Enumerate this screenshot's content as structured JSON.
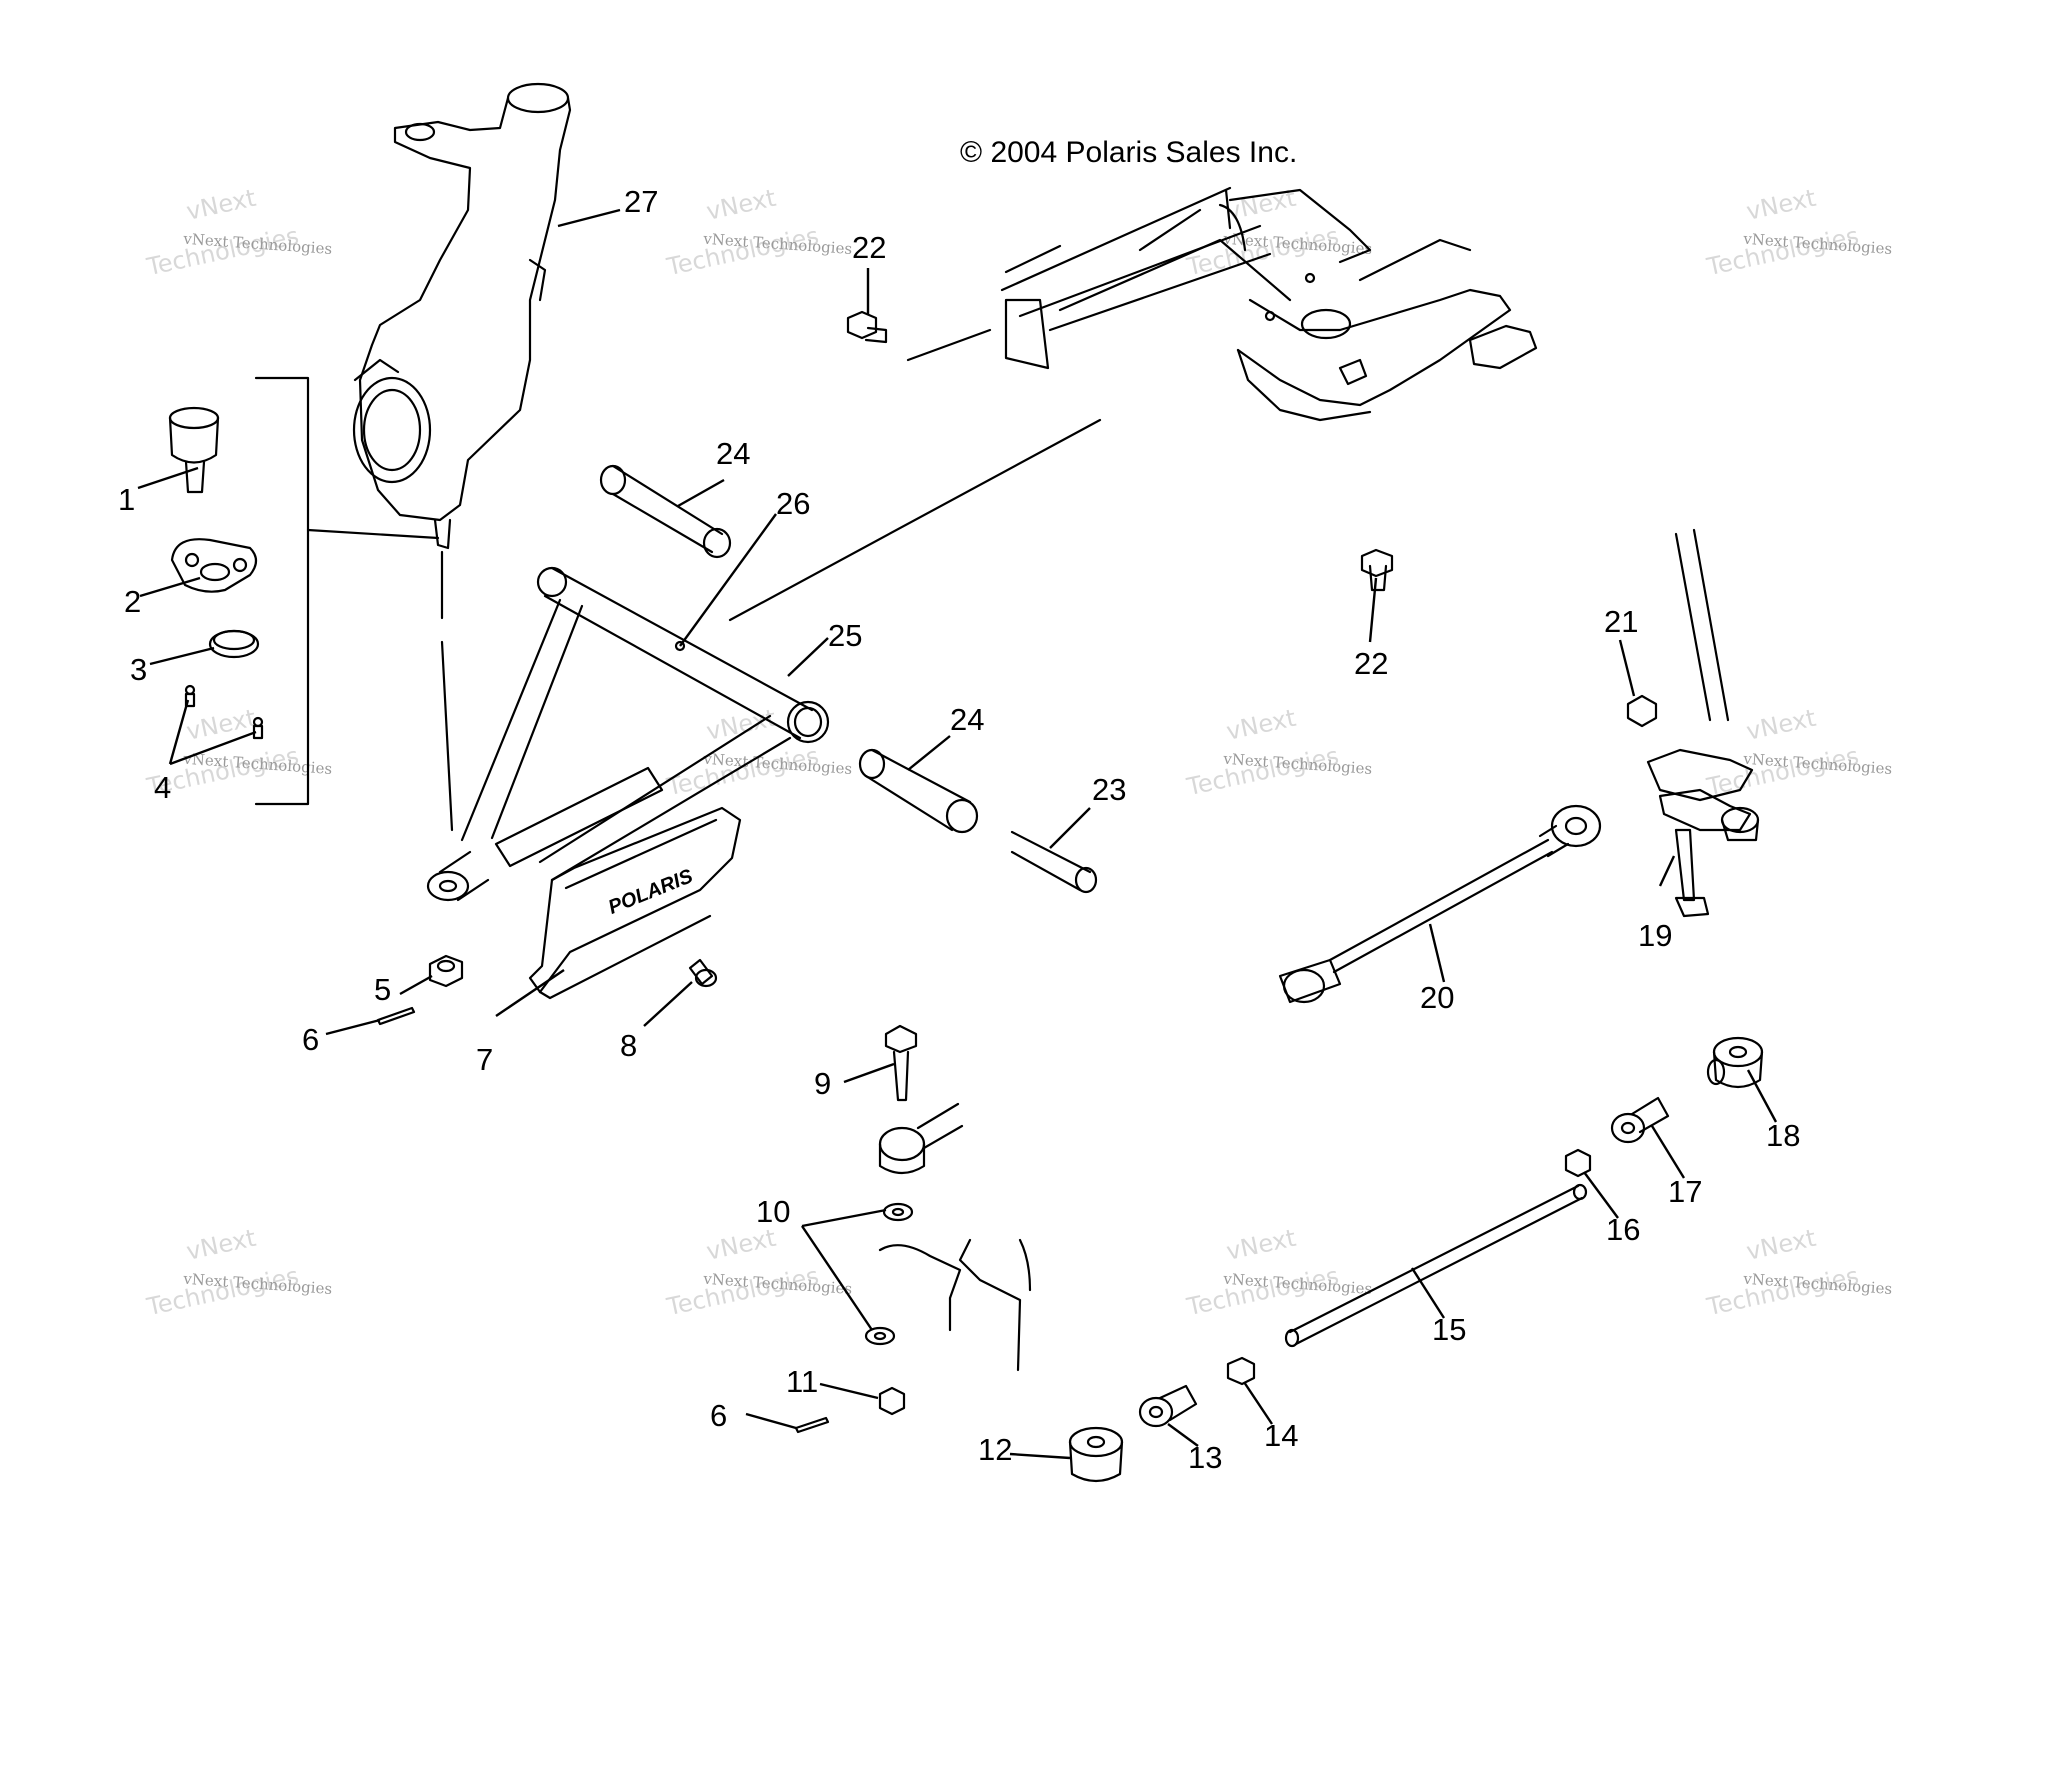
{
  "copyright": "© 2004 Polaris Sales Inc.",
  "watermark": {
    "line1": "vNext Technologies",
    "line2": "Technologies",
    "line3": "vNext"
  },
  "logo_text": "POLARIS",
  "callouts": [
    {
      "id": "1",
      "label": "1"
    },
    {
      "id": "2",
      "label": "2"
    },
    {
      "id": "3",
      "label": "3"
    },
    {
      "id": "4",
      "label": "4"
    },
    {
      "id": "5",
      "label": "5"
    },
    {
      "id": "6a",
      "label": "6"
    },
    {
      "id": "6b",
      "label": "6"
    },
    {
      "id": "7",
      "label": "7"
    },
    {
      "id": "8",
      "label": "8"
    },
    {
      "id": "9",
      "label": "9"
    },
    {
      "id": "10",
      "label": "10"
    },
    {
      "id": "11",
      "label": "11"
    },
    {
      "id": "12",
      "label": "12"
    },
    {
      "id": "13",
      "label": "13"
    },
    {
      "id": "14",
      "label": "14"
    },
    {
      "id": "15",
      "label": "15"
    },
    {
      "id": "16",
      "label": "16"
    },
    {
      "id": "17",
      "label": "17"
    },
    {
      "id": "18",
      "label": "18"
    },
    {
      "id": "19",
      "label": "19"
    },
    {
      "id": "20",
      "label": "20"
    },
    {
      "id": "21",
      "label": "21"
    },
    {
      "id": "22a",
      "label": "22"
    },
    {
      "id": "22b",
      "label": "22"
    },
    {
      "id": "23",
      "label": "23"
    },
    {
      "id": "24a",
      "label": "24"
    },
    {
      "id": "24b",
      "label": "24"
    },
    {
      "id": "25",
      "label": "25"
    },
    {
      "id": "26",
      "label": "26"
    },
    {
      "id": "27",
      "label": "27"
    }
  ]
}
